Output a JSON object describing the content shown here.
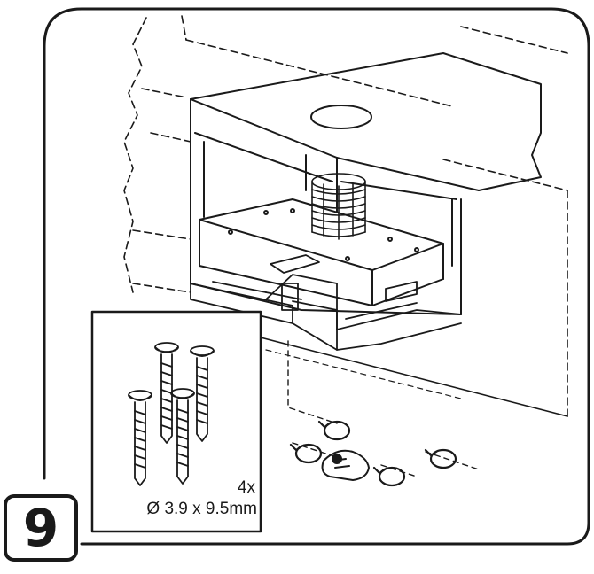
{
  "step": {
    "number": "9"
  },
  "screws": {
    "quantity": "4x",
    "size": "Ø 3.9 x 9.5mm"
  },
  "colors": {
    "ink": "#1a1a1a",
    "background": "#ffffff"
  },
  "icons": [
    "rotation-arrow-icon",
    "hand-icon",
    "screw-icon"
  ]
}
